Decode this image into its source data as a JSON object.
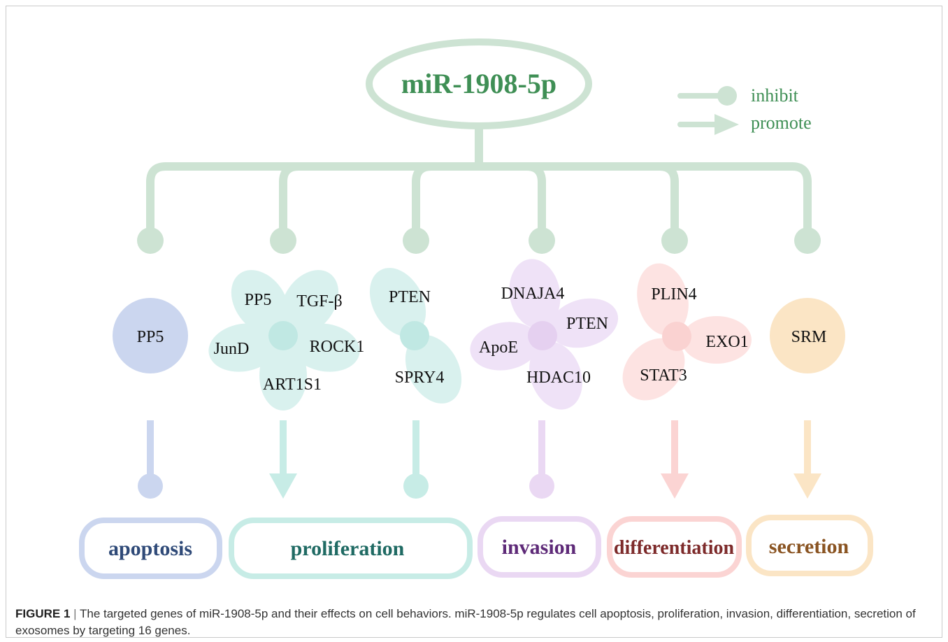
{
  "root": {
    "label": "miR-1908-5p"
  },
  "legend": {
    "inhibit": "inhibit",
    "promote": "promote"
  },
  "colors": {
    "root_green": "#3f8f55",
    "tree": "#cde3d3",
    "apoptosis": "#cbd6ef",
    "proliferation": "#c7ece6",
    "invasion": "#ead8f3",
    "differentiation": "#fbd4d3",
    "secretion": "#fbe5c5"
  },
  "groups": [
    {
      "id": "apoptosis",
      "effect": "inhibit",
      "genes": [
        "PP5"
      ],
      "outcome": "apoptosis",
      "outcome_color": "#2f4a78"
    },
    {
      "id": "proliferation",
      "effect": "promote",
      "genes": [
        "PP5",
        "TGF-β",
        "ROCK1",
        "ART1S1",
        "JunD"
      ],
      "outcome": "proliferation",
      "outcome_color": "#1f6a63"
    },
    {
      "id": "proliferation-2",
      "effect": "inhibit",
      "genes": [
        "PTEN",
        "SPRY4"
      ],
      "outcome": "",
      "outcome_color": ""
    },
    {
      "id": "invasion",
      "effect": "inhibit",
      "genes": [
        "DNAJA4",
        "PTEN",
        "HDAC10",
        "ApoE"
      ],
      "outcome": "invasion",
      "outcome_color": "#5e2a78"
    },
    {
      "id": "differentiation",
      "effect": "promote",
      "genes": [
        "PLIN4",
        "EXO1",
        "STAT3"
      ],
      "outcome": "differentiation",
      "outcome_color": "#7d2a2a"
    },
    {
      "id": "secretion",
      "effect": "promote",
      "genes": [
        "SRM"
      ],
      "outcome": "secretion",
      "outcome_color": "#8a5422"
    }
  ],
  "caption": {
    "label": "FIGURE 1",
    "separator": "|",
    "text": "The targeted genes of miR-1908-5p and their effects on cell behaviors. miR-1908-5p regulates cell apoptosis, proliferation, invasion, differentiation, secretion of exosomes by targeting 16 genes."
  }
}
